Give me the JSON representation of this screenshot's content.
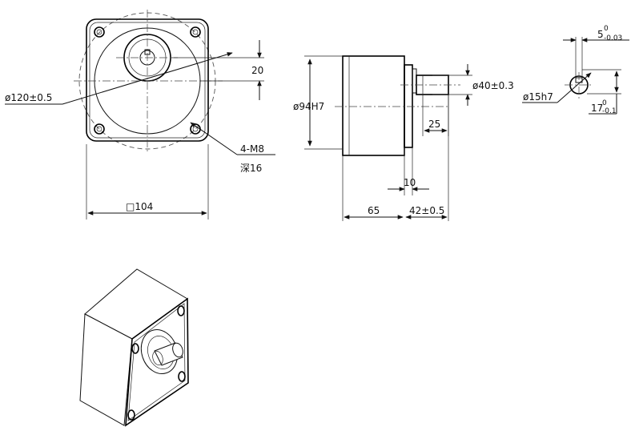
{
  "dimensions": {
    "front": {
      "pcd": "ø120±0.5",
      "square": "□104",
      "key_offset": "20",
      "screws": "4-M8",
      "depth": "深16"
    },
    "side": {
      "pilot": "ø94H7",
      "boss": "ø40±0.3",
      "key_len": "25",
      "flange": "10",
      "body_len": "65",
      "shaft_len": "42±0.5"
    },
    "shaft_section": {
      "diameter": "ø15h7",
      "key_width_base": "5",
      "key_width_sup": "0",
      "key_width_sub": "-0.03",
      "height_base": "17",
      "height_sup": "0",
      "height_sub": "-0.1"
    }
  }
}
